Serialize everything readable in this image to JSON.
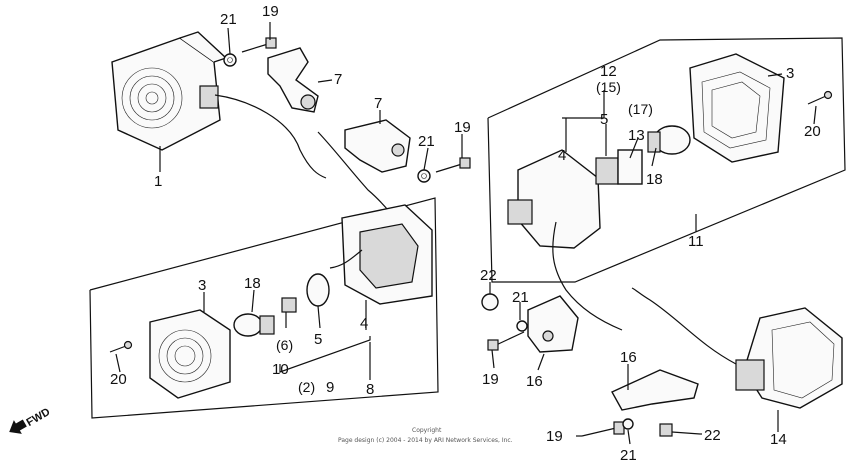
{
  "callouts": {
    "c1": "1",
    "c3a": "3",
    "c3b": "3",
    "c4a": "4",
    "c4b": "4",
    "c5a": "5",
    "c5b": "5",
    "c6": "(6)",
    "c7a": "7",
    "c7b": "7",
    "c8": "8",
    "c9": "9",
    "c10": "10",
    "c11": "11",
    "c12": "12",
    "c13": "13",
    "c14": "14",
    "c15": "(15)",
    "c16a": "16",
    "c16b": "16",
    "c17": "(17)",
    "c18a": "18",
    "c18b": "18",
    "c19a": "19",
    "c19b": "19",
    "c19c": "19",
    "c19d": "19",
    "c20a": "20",
    "c20b": "20",
    "c21a": "21",
    "c21b": "21",
    "c21c": "21",
    "c21d": "21",
    "c22a": "22",
    "c22b": "22",
    "c2": "(2)"
  },
  "fwd_label": "FWD",
  "copyright": {
    "line1": "Copyright",
    "line2": "Page design (c) 2004 - 2014 by ARI Network Services, Inc."
  }
}
